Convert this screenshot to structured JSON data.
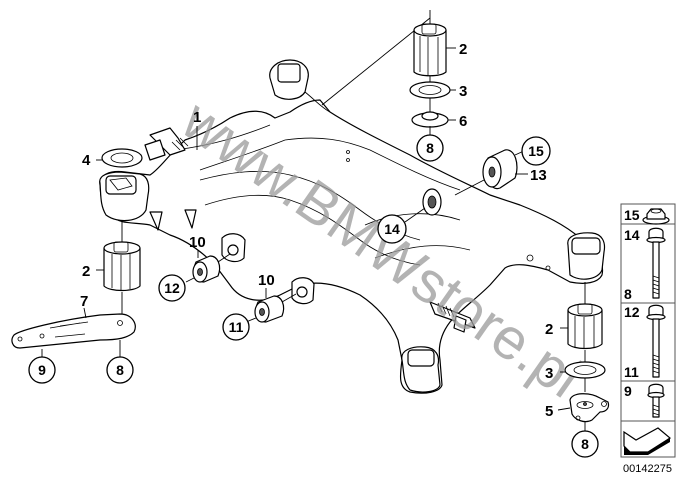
{
  "diagram": {
    "title": "Rear axle carrier exploded view",
    "watermark": "www.BMWstore.pl",
    "image_id": "00142275",
    "callouts": {
      "c1": "1",
      "c2_top": "2",
      "c3_top": "3",
      "c6": "6",
      "c8_top": "8",
      "c15": "15",
      "c13": "13",
      "c4": "4",
      "c2_left": "2",
      "c7": "7",
      "c9": "9",
      "c8_left": "8",
      "c10_a": "10",
      "c12": "12",
      "c10_b": "10",
      "c11": "11",
      "c14": "14",
      "c2_right": "2",
      "c3_right": "3",
      "c5": "5",
      "c8_right": "8"
    },
    "legend": {
      "rows": [
        {
          "labels": [
            "15"
          ],
          "part": "hex-flange-nut"
        },
        {
          "labels": [
            "14",
            "8"
          ],
          "part": "long-hex-bolt"
        },
        {
          "labels": [
            "12",
            "11"
          ],
          "part": "long-hex-bolt"
        },
        {
          "labels": [
            "9"
          ],
          "part": "short-hex-bolt"
        },
        {
          "labels": [],
          "part": "direction-arrow"
        }
      ]
    }
  }
}
